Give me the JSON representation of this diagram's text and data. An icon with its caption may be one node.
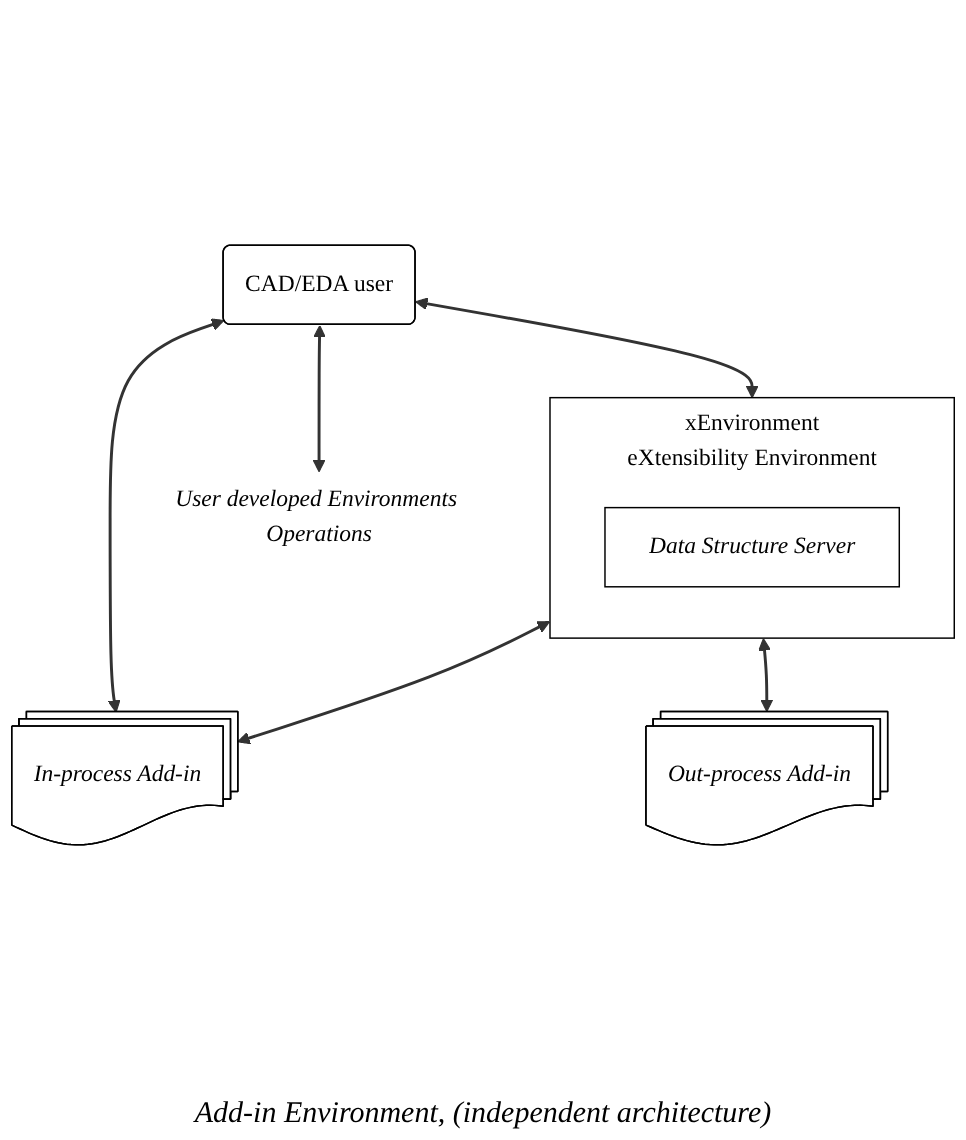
{
  "diagram": {
    "nodes": [
      {
        "text": [
          "CAD/EDA user"
        ]
      },
      {
        "text": [
          "xEnvironment",
          "eXtensibility Environment"
        ]
      },
      {
        "text": [
          "Data Structure Server"
        ],
        "in": 1
      },
      {
        "text": [
          "In-process Add-in"
        ]
      },
      {
        "text": [
          "Out-process Add-in"
        ]
      },
      {
        "text": [
          "User developed Environments Operations"
        ]
      }
    ],
    "edges": [
      {
        "from": 0,
        "to": 5,
        "arrow": "both"
      },
      {
        "from": 0,
        "to": 1,
        "arrow": "both"
      },
      {
        "from": 0,
        "to": 3,
        "arrow": "both"
      },
      {
        "from": 1,
        "to": 3,
        "arrow": "both"
      },
      {
        "from": 1,
        "to": 4,
        "arrow": "both"
      }
    ],
    "labels": [
      "Add-in Environment, (independent architecture)"
    ]
  }
}
